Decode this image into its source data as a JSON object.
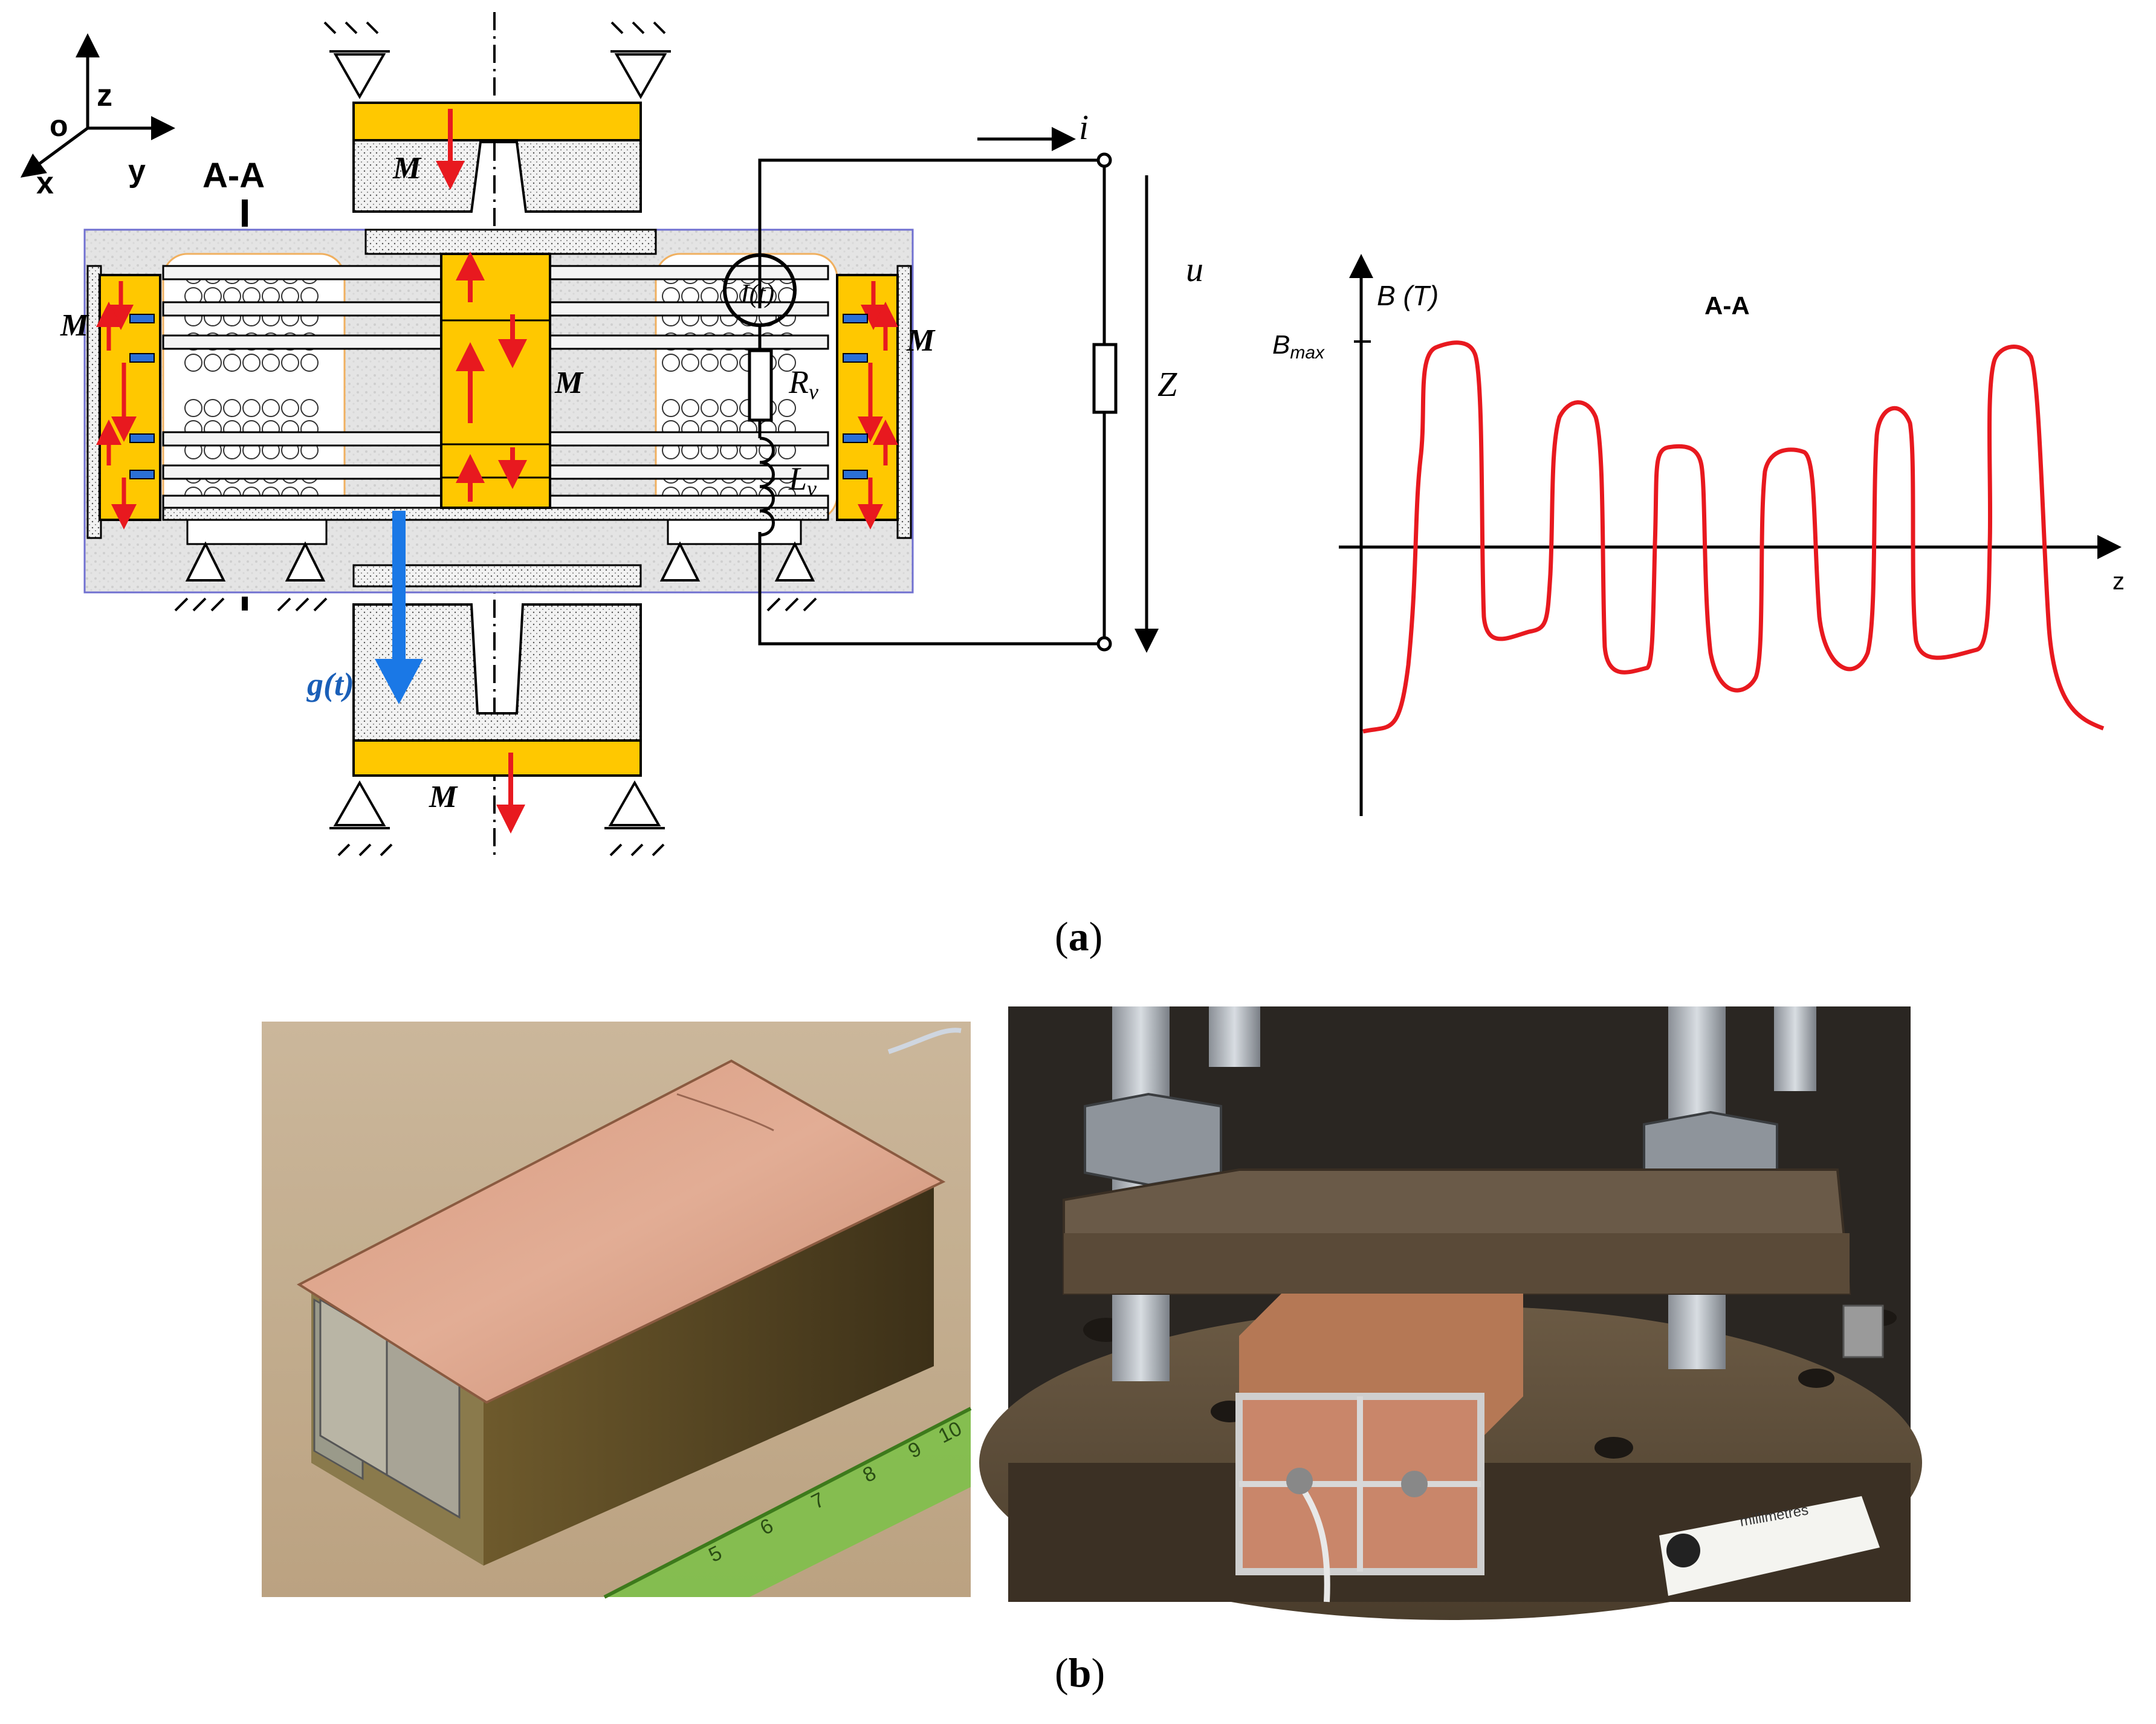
{
  "axes_triad": {
    "z": "z",
    "origin": "o",
    "x": "x",
    "y": "y"
  },
  "section_label": "A-A",
  "magnet_label": "M",
  "gravity_label": "g(t)",
  "circuit": {
    "current_label": "i",
    "voltage_label": "u",
    "impedance_label": "Z",
    "source_label": "I(t)",
    "resistor_label": "R",
    "resistor_sub": "v",
    "inductor_label": "L",
    "inductor_sub": "v"
  },
  "plot": {
    "ylabel": "B (T)",
    "xlabel": "z",
    "title": "A-A",
    "bmax_label": "B",
    "bmax_sub": "max",
    "curve_color": "#e8191f"
  },
  "captions": {
    "a_open": "(",
    "a_letter": "a",
    "a_close": ")",
    "b_open": "(",
    "b_letter": "b",
    "b_close": ")"
  },
  "ruler_numbers": [
    "5",
    "6",
    "7",
    "8",
    "9",
    "10"
  ],
  "photo_scale_label": "millimetres",
  "colors": {
    "magnet_yellow": "#ffc800",
    "arrow_red": "#e8191f",
    "gravity_blue": "#1a78e6",
    "field_orange": "#e8a040"
  }
}
